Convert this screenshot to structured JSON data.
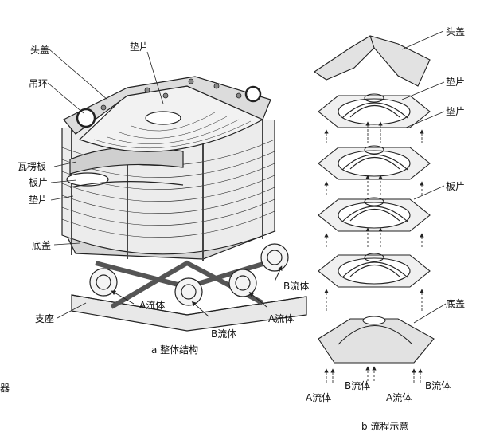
{
  "left_labels": {
    "head_cover": "头盖",
    "lifting_ring": "吊环",
    "gasket_top": "垫片",
    "corrugated_plate": "瓦楞板",
    "plate": "板片",
    "gasket_side": "垫片",
    "bottom_cover": "底盖",
    "support": "支座"
  },
  "left_flow": {
    "a_front": "A流体",
    "b_front": "B流体",
    "a_right": "A流体",
    "b_right": "B流体"
  },
  "left_caption": "a 整体结构",
  "right_labels": {
    "head_cover": "头盖",
    "gasket_1": "垫片",
    "gasket_2": "垫片",
    "plate": "板片",
    "bottom_cover": "底盖"
  },
  "right_flow": {
    "a_left": "A流体",
    "b_left": "B流体",
    "a_right": "A流体",
    "b_right": "B流体"
  },
  "right_caption": "b 流程示意",
  "edge_char": "器"
}
